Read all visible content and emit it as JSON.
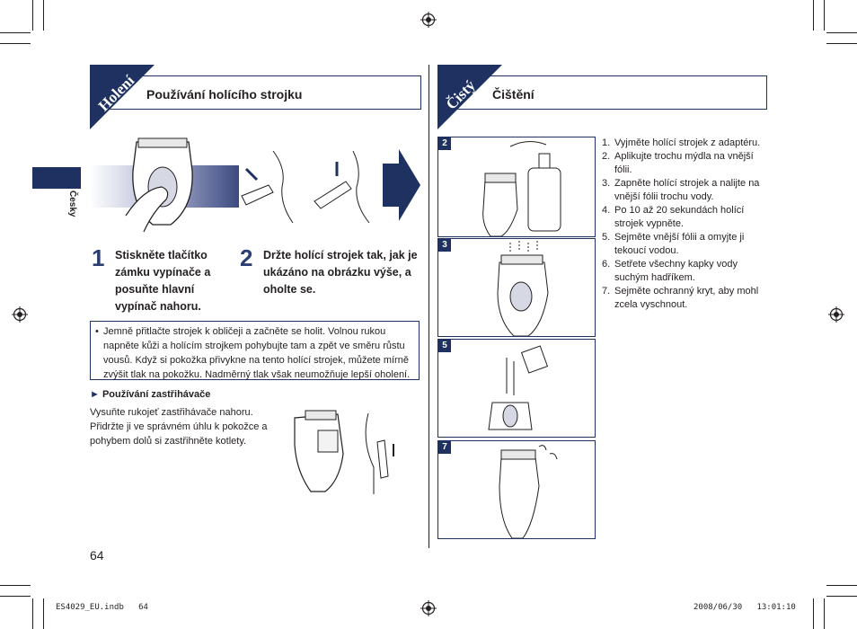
{
  "left": {
    "tab": "Holení",
    "header_title": "Používání holícího strojku",
    "side_language": "Česky",
    "step1_num": "1",
    "step1_text": "Stiskněte tlačítko zámku vypínače a posuňte hlavní vypínač nahoru.",
    "step2_num": "2",
    "step2_text": "Držte holící strojek tak, jak je ukázáno na obrázku výše, a oholte se.",
    "note": "Jemně přitlačte strojek k obličeji a začněte se holit. Volnou rukou napněte kůži a holícím strojkem pohybujte tam a zpět ve směru růstu vousů. Když si pokožka přivykne na tento holící strojek, můžete mírně zvýšit tlak na pokožku. Nadměrný tlak však neumožňuje lepší oholení.",
    "trimmer_title": "Používání zastřihávače",
    "trimmer_text": "Vysuňte rukojeť zastřihávače nahoru. Přidržte ji ve správném úhlu k pokožce a pohybem dolů si zastřihněte kotlety.",
    "page_number": "64"
  },
  "right": {
    "tab": "Čistý",
    "header_title": "Čištění",
    "panels": [
      "2",
      "3",
      "5",
      "7"
    ],
    "steps": [
      {
        "n": "1.",
        "text": "Vyjměte holící strojek z adaptéru."
      },
      {
        "n": "2.",
        "text": "Aplikujte trochu mýdla na vnější fólii."
      },
      {
        "n": "3.",
        "text": "Zapněte holící strojek a nalijte na vnější fólii trochu vody."
      },
      {
        "n": "4.",
        "text": "Po 10 až 20 sekundách holící strojek vypněte."
      },
      {
        "n": "5.",
        "text": "Sejměte vnější fólii a omyjte ji tekoucí vodou."
      },
      {
        "n": "6.",
        "text": "Setřete všechny kapky vody suchým hadříkem."
      },
      {
        "n": "7.",
        "text": "Sejměte ochranný kryt, aby mohl zcela vyschnout."
      }
    ]
  },
  "footer": {
    "file": "ES4029_EU.indb   64",
    "timestamp": "2008/06/30   13:01:10"
  },
  "colors": {
    "accent": "#1e3160",
    "accent_light": "#2b3f72"
  }
}
